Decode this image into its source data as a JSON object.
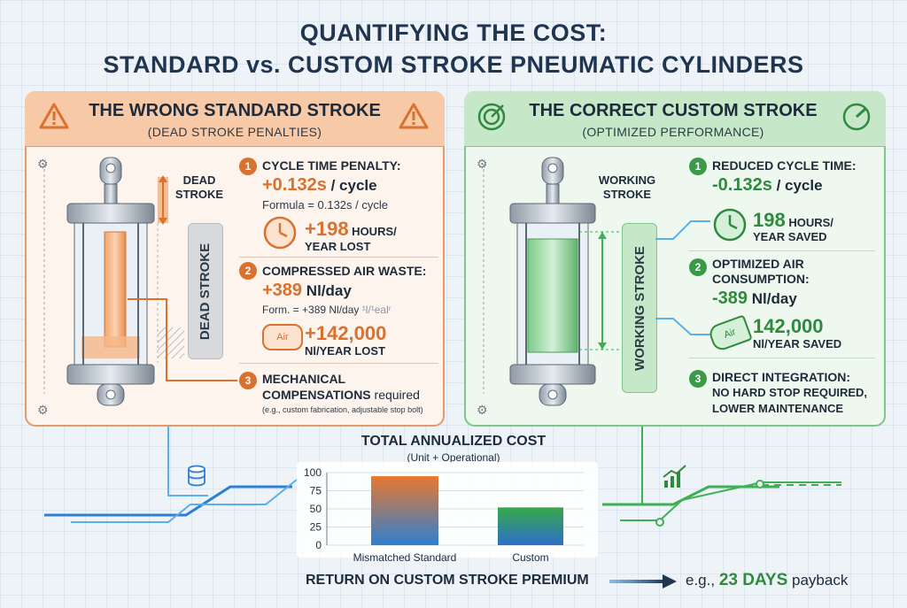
{
  "title": {
    "line1": "QUANTIFYING THE COST:",
    "line2": "STANDARD vs. CUSTOM STROKE PNEUMATIC CYLINDERS"
  },
  "left": {
    "title": "THE WRONG STANDARD STROKE",
    "subtitle": "(DEAD STROKE PENALTIES)",
    "dead_stroke_label": "DEAD\nSTROKE",
    "vertical_label": "DEAD STROKE",
    "items": [
      {
        "num": "1",
        "heading": "CYCLE TIME PENALTY:",
        "value": "+0.132s",
        "unit": " / cycle",
        "formula": "Formula = 0.132s / cycle",
        "stat_value": "+198",
        "stat_unit": " HOURS/",
        "stat_line2": "YEAR LOST"
      },
      {
        "num": "2",
        "heading": "COMPRESSED AIR WASTE:",
        "value": "+389",
        "unit": " Nl/day",
        "formula": "Form. = +389 Nl/day",
        "formula_tail": "¹l/¹ealʳ",
        "stat_icon_label": "Air",
        "stat_value": "+142,000",
        "stat_line2": "Nl/YEAR LOST"
      },
      {
        "num": "3",
        "heading_line1": "MECHANICAL",
        "heading_line2": "COMPENSATIONS",
        "heading_tail": " required",
        "note": "(e.g., custom fabrication, adjustable stop bolt)"
      }
    ]
  },
  "right": {
    "title": "THE CORRECT CUSTOM STROKE",
    "subtitle": "(OPTIMIZED PERFORMANCE)",
    "working_label": "WORKING\nSTROKE",
    "vertical_label": "WORKING STROKE",
    "items": [
      {
        "num": "1",
        "heading": "REDUCED CYCLE TIME:",
        "value": "-0.132s",
        "unit": " / cycle",
        "stat_value": "198",
        "stat_unit": " HOURS/",
        "stat_line2": "YEAR SAVED"
      },
      {
        "num": "2",
        "heading_line1": "OPTIMIZED AIR",
        "heading_line2": "CONSUMPTION:",
        "value": "-389",
        "unit": " Nl/day",
        "stat_icon_label": "Air",
        "stat_value": "142,000",
        "stat_line2": "Nl/YEAR SAVED"
      },
      {
        "num": "3",
        "heading": "DIRECT INTEGRATION:",
        "line2": "NO HARD STOP REQUIRED,",
        "line3": "LOWER MAINTENANCE"
      }
    ]
  },
  "chart_data": {
    "type": "bar",
    "title": "TOTAL ANNUALIZED COST",
    "subtitle": "(Unit + Operational)",
    "categories": [
      "Mismatched Standard",
      "Custom"
    ],
    "values": [
      95,
      52
    ],
    "yticks": [
      "100",
      "75",
      "50",
      "25",
      "0"
    ],
    "ylim": [
      0,
      100
    ],
    "colors": {
      "standard_top": "#e8782e",
      "standard_bottom": "#2f7fd0",
      "custom_top": "#36a84a",
      "custom_bottom": "#2e6fc9"
    }
  },
  "roi": {
    "label": "RETURN ON CUSTOM STROKE PREMIUM",
    "prefix": "e.g., ",
    "value": "23 DAYS",
    "suffix": " payback"
  },
  "colors": {
    "orange": "#d9712f",
    "green": "#2f8a3e",
    "navy": "#1f3550",
    "blue": "#2f7fd0"
  },
  "icons": [
    "warning-icon",
    "target-icon",
    "gear-icon",
    "clock-icon",
    "air-tank-icon",
    "rocket-icon",
    "database-icon",
    "growth-chart-icon",
    "arrow-right-icon"
  ]
}
